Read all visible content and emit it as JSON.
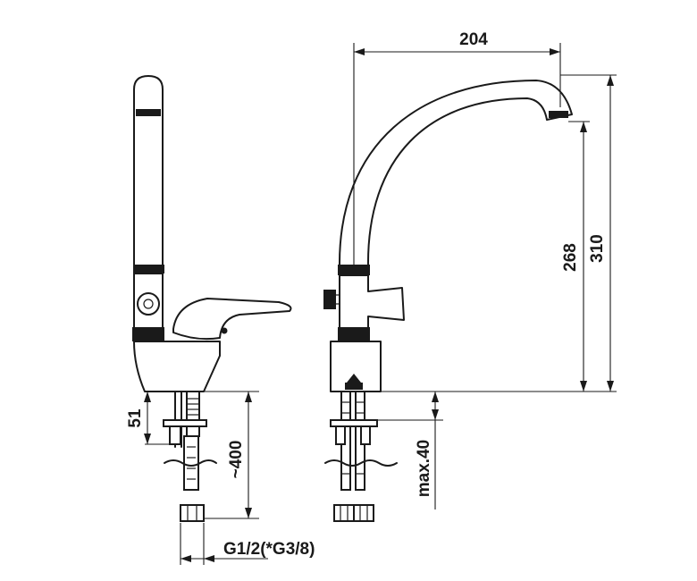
{
  "dimensions": {
    "width_label": "204",
    "height_spout_label": "268",
    "height_total_label": "310",
    "body_height_label": "51",
    "hose_length_label": "~400",
    "max_thickness_label": "max.40",
    "thread_label": "G1/2(*G3/8)"
  }
}
